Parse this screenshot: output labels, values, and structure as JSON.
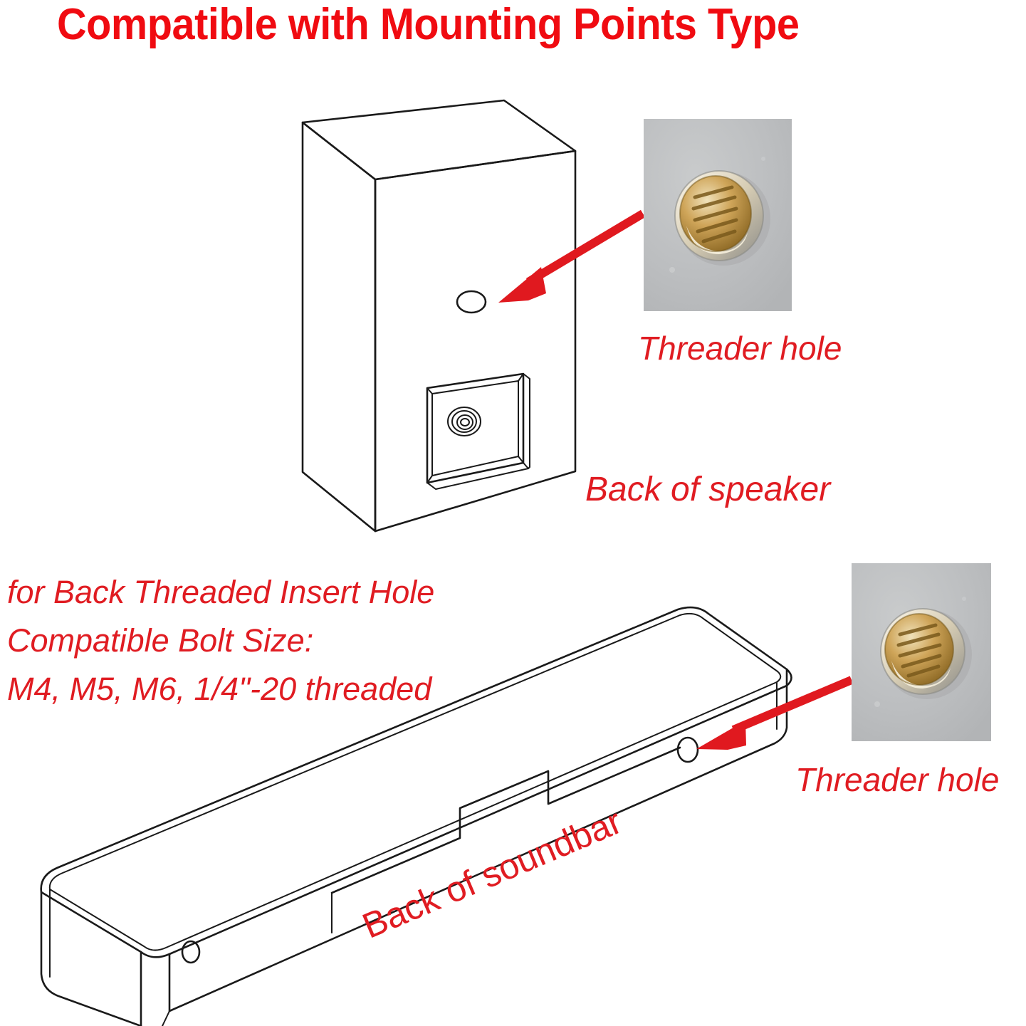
{
  "title": "Compatible with Mounting Points Type",
  "colors": {
    "title_red": "#f00b11",
    "label_red": "#e01c22",
    "arrow_red": "#e0191f",
    "line_black": "#1a1a1a",
    "photo_background_gray": "#bcbec0",
    "insert_brass": "#b5873a",
    "page_background": "#ffffff"
  },
  "labels": {
    "threader_hole_top": "Threader hole",
    "back_of_speaker": "Back of speaker",
    "threader_hole_bottom": "Threader hole",
    "back_of_soundbar": "Back of soundbar"
  },
  "bolt_spec": {
    "line1": "for Back Threaded Insert Hole",
    "line2": "Compatible Bolt Size:",
    "line3": "M4, M5, M6, 1/4\"-20 threaded"
  },
  "diagrams": {
    "speaker": {
      "name": "bookshelf-speaker-isometric-line-drawing",
      "features": [
        "threaded-insert-hole",
        "recessed-terminal-panel",
        "binding-post-connector"
      ]
    },
    "soundbar": {
      "name": "soundbar-isometric-line-drawing",
      "features": [
        "threaded-insert-hole-right",
        "threaded-insert-hole-left",
        "rear-cable-recess-notch"
      ]
    }
  },
  "photo_insets": {
    "top": {
      "name": "threaded-insert-closeup-photo",
      "subject": "brass threaded insert in speaker cabinet"
    },
    "bottom": {
      "name": "threaded-insert-closeup-photo",
      "subject": "brass threaded insert in soundbar cabinet"
    }
  },
  "callouts": [
    {
      "name": "arrow-top-insert-to-speaker-hole",
      "from": "top photo inset",
      "to": "speaker threader hole"
    },
    {
      "name": "arrow-bottom-insert-to-soundbar-hole",
      "from": "bottom photo inset",
      "to": "soundbar threader hole"
    }
  ]
}
